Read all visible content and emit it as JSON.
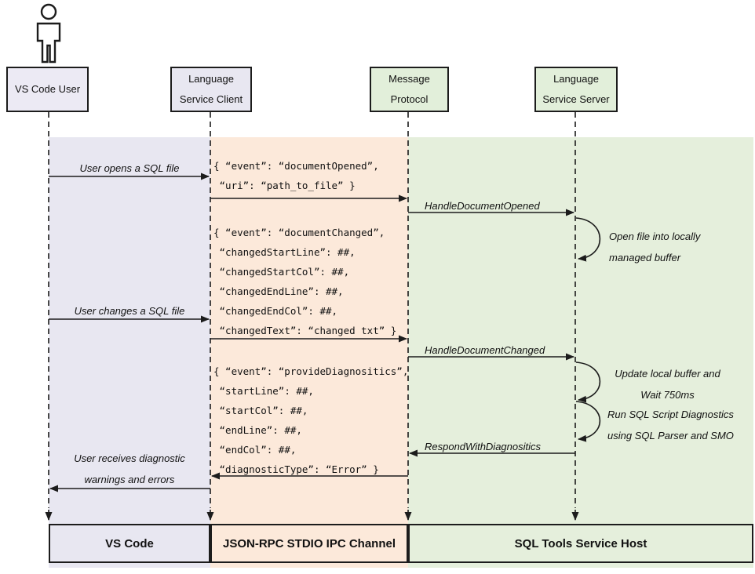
{
  "actors": {
    "user": "VS Code User",
    "client": "Language Service Client",
    "protocol": "Message Protocol",
    "server": "Language Service Server"
  },
  "lanes": {
    "vscode": "VS Code",
    "ipc": "JSON-RPC STDIO IPC Channel",
    "host": "SQL Tools Service Host"
  },
  "labels": {
    "user_opens": "User opens a SQL file",
    "handle_doc_opened": "HandleDocumentOpened",
    "open_file_buffer": "Open file into locally\nmanaged buffer",
    "user_changes": "User changes a SQL file",
    "handle_doc_changed": "HandleDocumentChanged",
    "update_buffer": "Update local buffer and\nWait 750ms",
    "run_diagnostics": "Run SQL Script Diagnostics\nusing SQL Parser and SMO",
    "respond_with_diagnostics": "RespondWithDiagnositics",
    "user_receives": "User receives diagnostic\nwarnings and errors"
  },
  "payloads": {
    "document_opened": "{ “event”: “documentOpened”,\n “uri”: “path_to_file” }",
    "document_changed": "{ “event”: “documentChanged”,\n “changedStartLine”: ##,\n “changedStartCol”: ##,\n “changedEndLine”: ##,\n “changedEndCol”: ##,\n “changedText”: “changed txt” }",
    "provide_diagnostics": "{ “event”: “provideDiagnositics”,\n “startLine”: ##,\n “startCol”: ##,\n “endLine”: ##,\n “endCol”: ##,\n “diagnosticType”: “Error” }"
  },
  "colors": {
    "lane_vscode": "#e8e7f1",
    "lane_ipc": "#fce9da",
    "lane_host": "#e5efdc",
    "actor_green": "#e2efda",
    "line": "#1c1c1c"
  }
}
